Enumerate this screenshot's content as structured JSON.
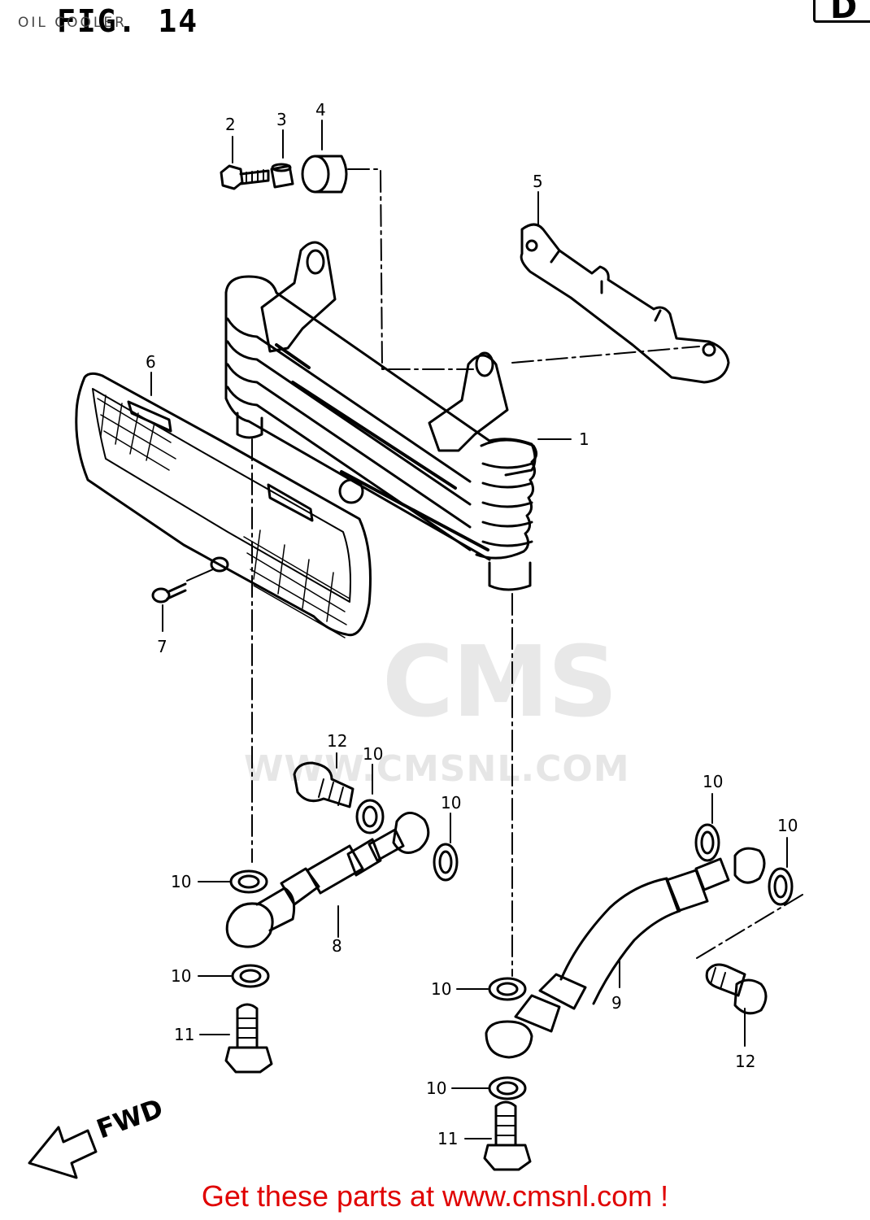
{
  "header": {
    "label": "OIL COOLER",
    "figure": "FIG. 14",
    "section": "D"
  },
  "callouts": [
    "1",
    "2",
    "3",
    "4",
    "5",
    "6",
    "7",
    "8",
    "9",
    "10",
    "11",
    "12"
  ],
  "arrow_label": "FWD",
  "watermark": {
    "logo": "CMS",
    "url": "WWW.CMSNL.COM"
  },
  "footer": "Get these parts at www.cmsnl.com !",
  "colors": {
    "footer": "#e00000",
    "ink": "#000000",
    "watermark": "#e6e6e6"
  }
}
